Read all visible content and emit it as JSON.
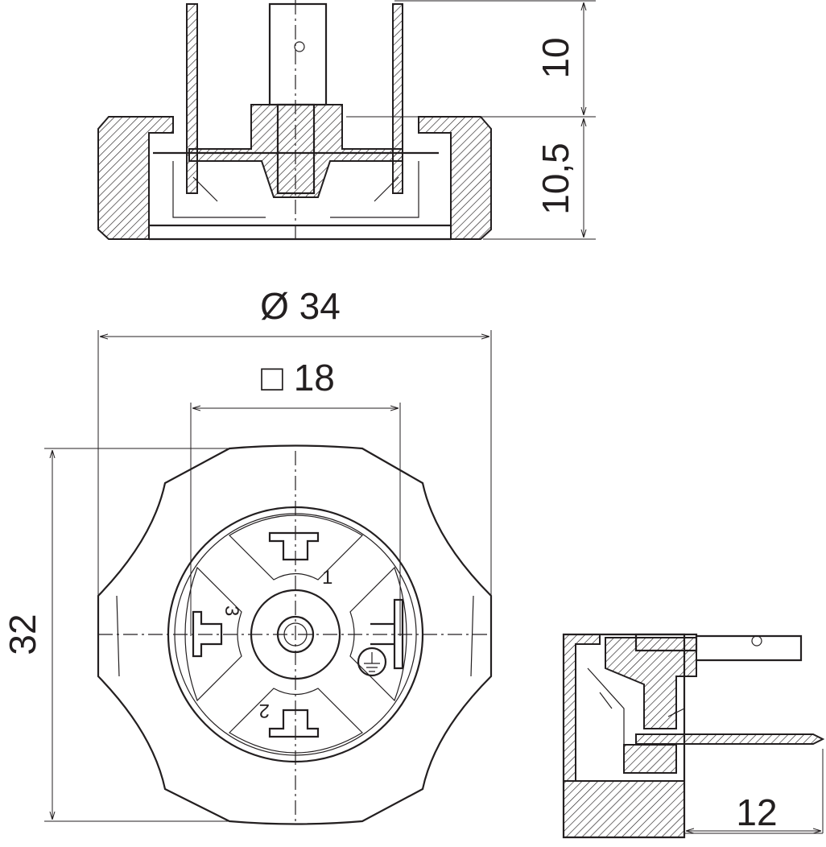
{
  "dimensions": {
    "pin_height": "10",
    "body_height": "10,5",
    "outer_diameter": "Ø 34",
    "square_spacing": "□ 18",
    "overall_height": "32",
    "side_pin_length": "12"
  },
  "pin_labels": {
    "pin1": "1",
    "pin2": "2",
    "pin3": "3"
  },
  "symbols": {
    "ground": "ground-icon"
  },
  "colors": {
    "line": "#231f20",
    "background": "#ffffff"
  }
}
